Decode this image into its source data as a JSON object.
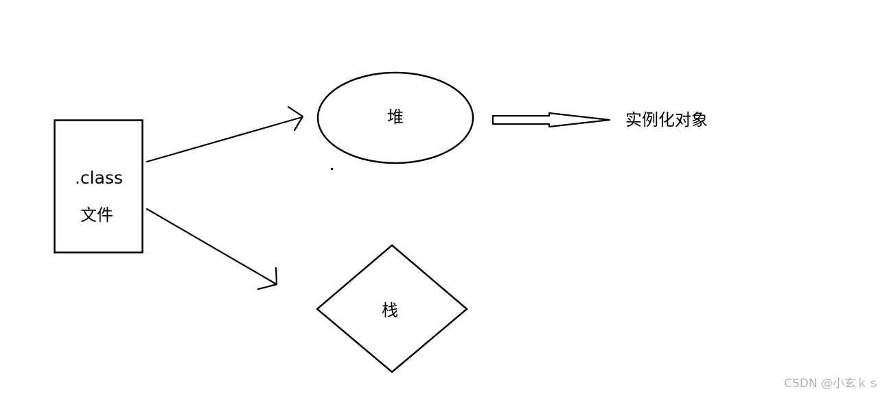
{
  "diagram": {
    "class_file": {
      "line1": ".class",
      "line2": "文件"
    },
    "heap": {
      "label": "堆"
    },
    "stack": {
      "label": "栈"
    },
    "instantiated": {
      "label": "实例化对象"
    }
  },
  "watermark": {
    "text": "CSDN @小玄ｋｓ"
  },
  "colors": {
    "stroke": "#000000",
    "background": "#ffffff",
    "watermark": "#b3b3b3"
  }
}
